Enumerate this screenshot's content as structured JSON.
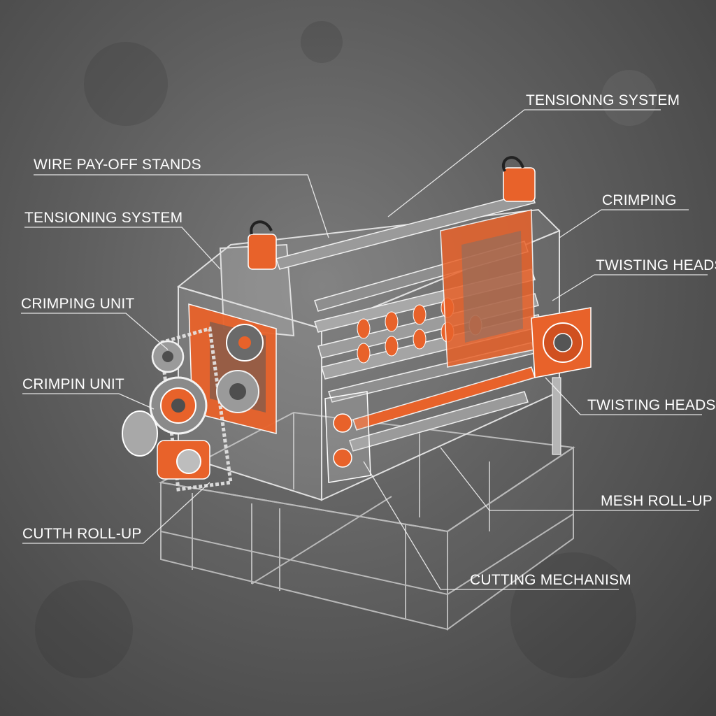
{
  "diagram": {
    "labels": {
      "tensioning_system_top": "TENSIONNG SYSTEM",
      "wire_payoff_stands": "WIRE PAY-OFF STANDS",
      "tensioning_system_left": "TENSIONING SYSTEM",
      "crimping_right": "CRIMPING",
      "twisting_heads_upper": "TWISTING HEADS",
      "crimping_unit": "CRIMPING UNIT",
      "crimpin_unit": "CRIMPIN UNIT",
      "twisting_heads_lower": "TWISTING HEADS",
      "mesh_roll_up": "MESH ROLL-UP",
      "cutth_roll_up": "CUTTH ROLL-UP",
      "cutting_mechanism": "CUTTING MECHANISM"
    },
    "colors": {
      "background": "#5e5e5e",
      "accent_orange": "#e8622a",
      "label_text": "#ffffff",
      "frame_line": "#dcdcdc"
    }
  }
}
